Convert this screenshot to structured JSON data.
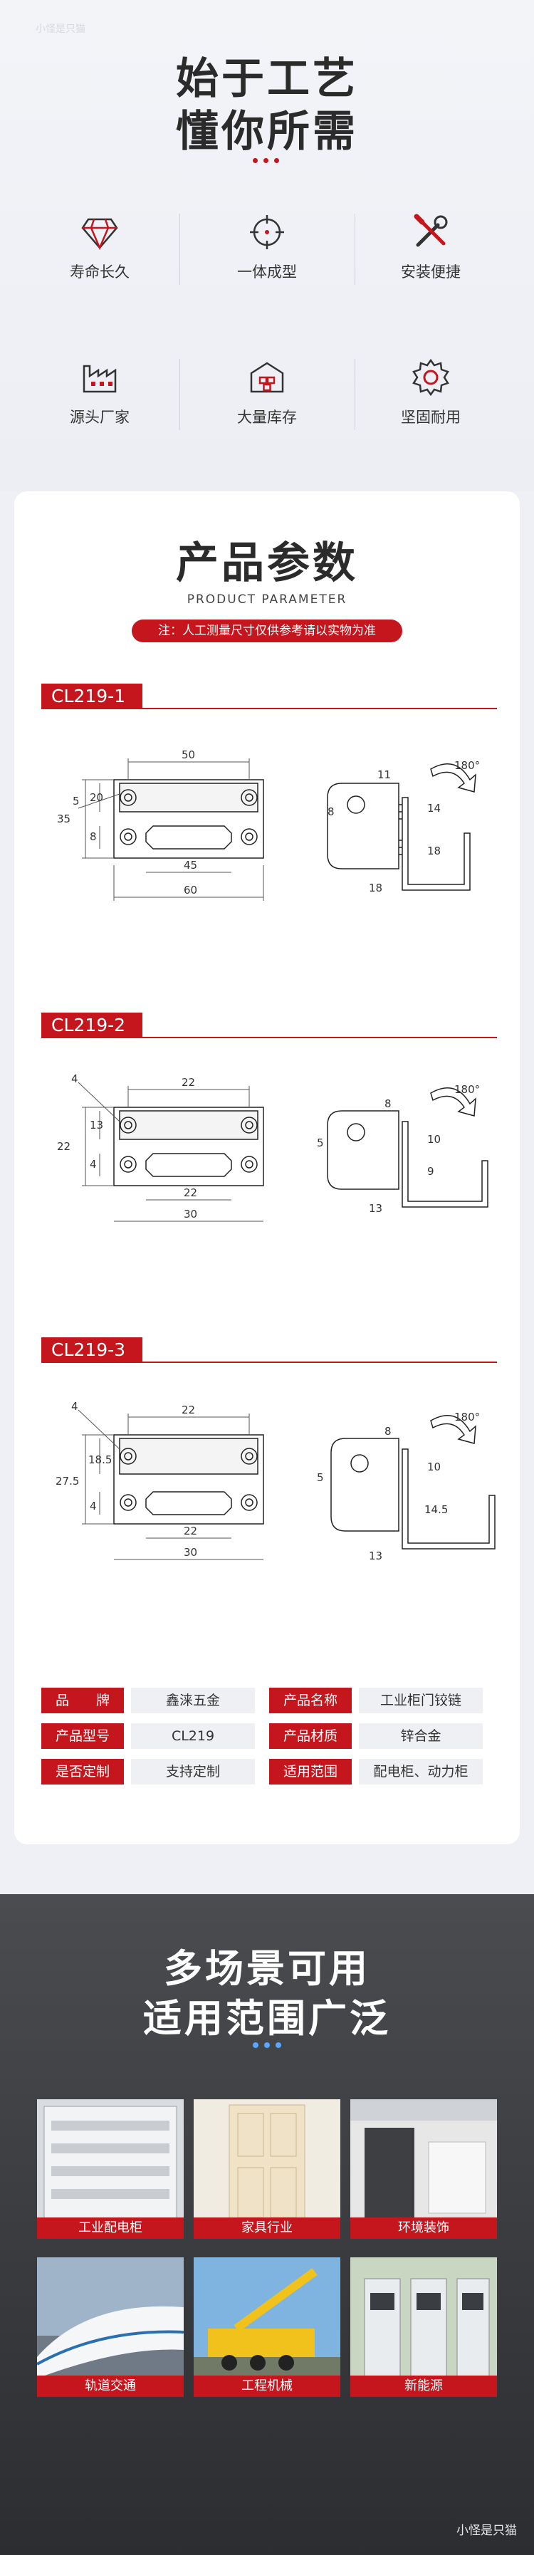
{
  "watermark_top": "小怪是只猫",
  "hero": {
    "title_line1": "始于工艺",
    "title_line2": "懂你所需"
  },
  "features": [
    {
      "label": "寿命长久",
      "icon": "diamond-icon"
    },
    {
      "label": "一体成型",
      "icon": "target-icon"
    },
    {
      "label": "安装便捷",
      "icon": "tools-icon"
    },
    {
      "label": "源头厂家",
      "icon": "factory-icon"
    },
    {
      "label": "大量库存",
      "icon": "warehouse-icon"
    },
    {
      "label": "坚固耐用",
      "icon": "gear-icon"
    }
  ],
  "params": {
    "title": "产品参数",
    "subtitle": "PRODUCT PARAMETER",
    "note": "注：人工测量尺寸仅供参考请以实物为准",
    "models": [
      {
        "name": "CL219-1",
        "dims": {
          "top": "50",
          "left_total": "35",
          "inner1": "20",
          "inner2": "8",
          "screw": "5",
          "hole": "45",
          "bottom": "60"
        },
        "side": {
          "top": "11",
          "left": "8",
          "u": "14",
          "l": "18",
          "bottom": "18",
          "angle": "180°"
        }
      },
      {
        "name": "CL219-2",
        "dims": {
          "top": "22",
          "left_total": "22",
          "inner1": "13",
          "inner2": "4",
          "screw": "4",
          "hole": "22",
          "bottom": "30"
        },
        "side": {
          "top": "8",
          "left": "5",
          "u": "10",
          "l": "9",
          "bottom": "13",
          "angle": "180°"
        }
      },
      {
        "name": "CL219-3",
        "dims": {
          "top": "22",
          "left_total": "27.5",
          "inner1": "18.5",
          "inner2": "4",
          "screw": "4",
          "hole": "22",
          "bottom": "30"
        },
        "side": {
          "top": "8",
          "left": "5",
          "u": "10",
          "l": "14.5",
          "bottom": "13",
          "angle": "180°"
        }
      }
    ],
    "spec_rows": [
      [
        {
          "k": "品　　牌",
          "v": "鑫涞五金"
        },
        {
          "k": "产品名称",
          "v": "工业柜门铰链"
        }
      ],
      [
        {
          "k": "产品型号",
          "v": "CL219"
        },
        {
          "k": "产品材质",
          "v": "锌合金"
        }
      ],
      [
        {
          "k": "是否定制",
          "v": "支持定制"
        },
        {
          "k": "适用范围",
          "v": "配电柜、动力柜"
        }
      ]
    ]
  },
  "apps": {
    "title_line1": "多场景可用",
    "title_line2": "适用范围广泛",
    "tiles": [
      {
        "label": "工业配电柜"
      },
      {
        "label": "家具行业"
      },
      {
        "label": "环境装饰"
      },
      {
        "label": "轨道交通"
      },
      {
        "label": "工程机械"
      },
      {
        "label": "新能源"
      }
    ]
  },
  "watermark_bottom": "小怪是只猫",
  "colors": {
    "accent": "#c4161c",
    "dots_blue": "#58a8ff"
  }
}
